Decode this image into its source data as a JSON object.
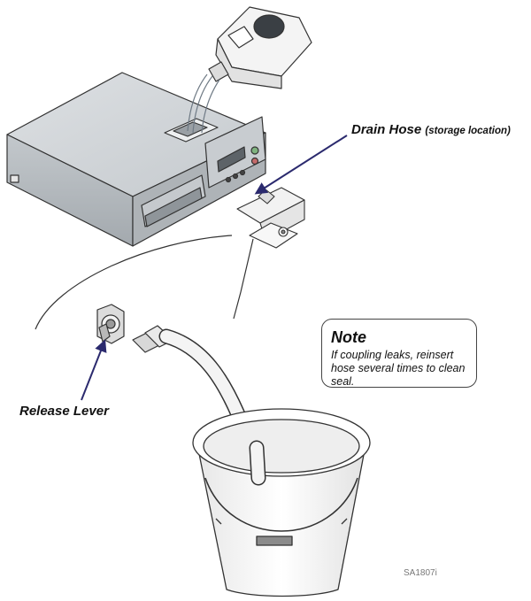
{
  "labels": {
    "drain_hose": "Drain Hose",
    "drain_hose_sub": "(storage location)",
    "release_lever": "Release Lever",
    "figure_id": "SA1807i"
  },
  "note": {
    "title": "Note",
    "body": "If coupling leaks, reinsert hose several times to clean seal."
  },
  "colors": {
    "arrow": "#2b2a6e",
    "outline": "#333333",
    "device_top": "#cfd3d6",
    "device_side": "#b9bec2",
    "device_front": "#a9aeb2"
  }
}
